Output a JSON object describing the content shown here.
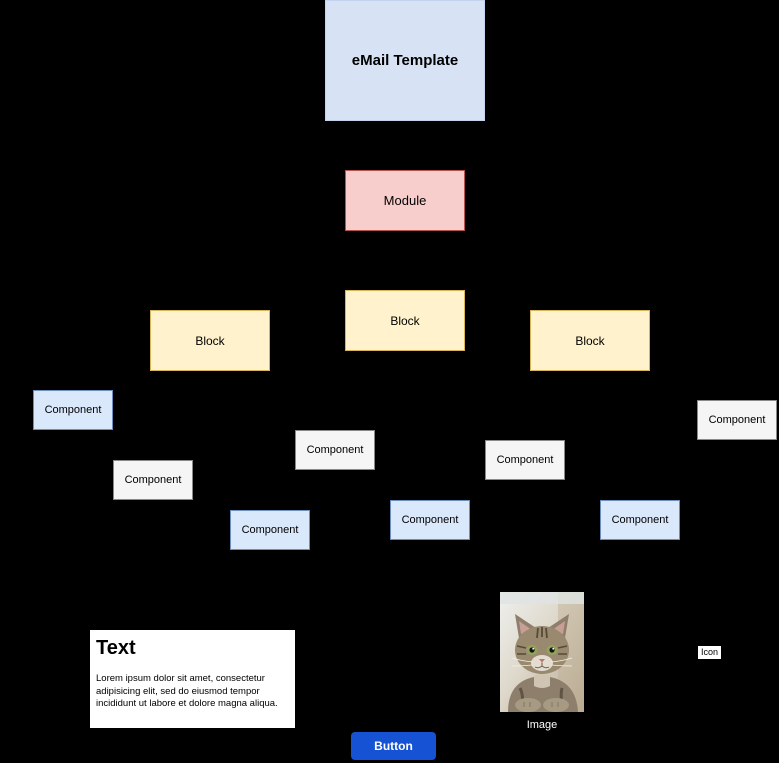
{
  "diagram": {
    "nodes": {
      "template": "eMail Template",
      "module": "Module",
      "blocks": [
        "Block",
        "Block",
        "Block"
      ],
      "components": [
        "Component",
        "Component",
        "Component",
        "Component",
        "Component",
        "Component",
        "Component",
        "Component"
      ]
    },
    "text_card": {
      "title": "Text",
      "body": "Lorem ipsum dolor sit amet, consectetur adipisicing elit, sed do eiusmod tempor incididunt ut labore et dolore magna aliqua."
    },
    "image_node": {
      "caption": "Image"
    },
    "icon_node": {
      "label": "Icon"
    },
    "button_node": {
      "label": "Button"
    },
    "colors": {
      "background": "#000000",
      "template_fill": "#d7e3f4",
      "module_fill": "#f8cecc",
      "module_border": "#b85450",
      "block_fill": "#fff2cc",
      "block_border": "#d6b656",
      "component_blue_fill": "#dae8fc",
      "component_blue_border": "#6c8ebf",
      "component_plain_fill": "#f5f5f5",
      "component_plain_border": "#888888",
      "text_card_fill": "#ffffff",
      "button_fill": "#1552d4"
    }
  }
}
